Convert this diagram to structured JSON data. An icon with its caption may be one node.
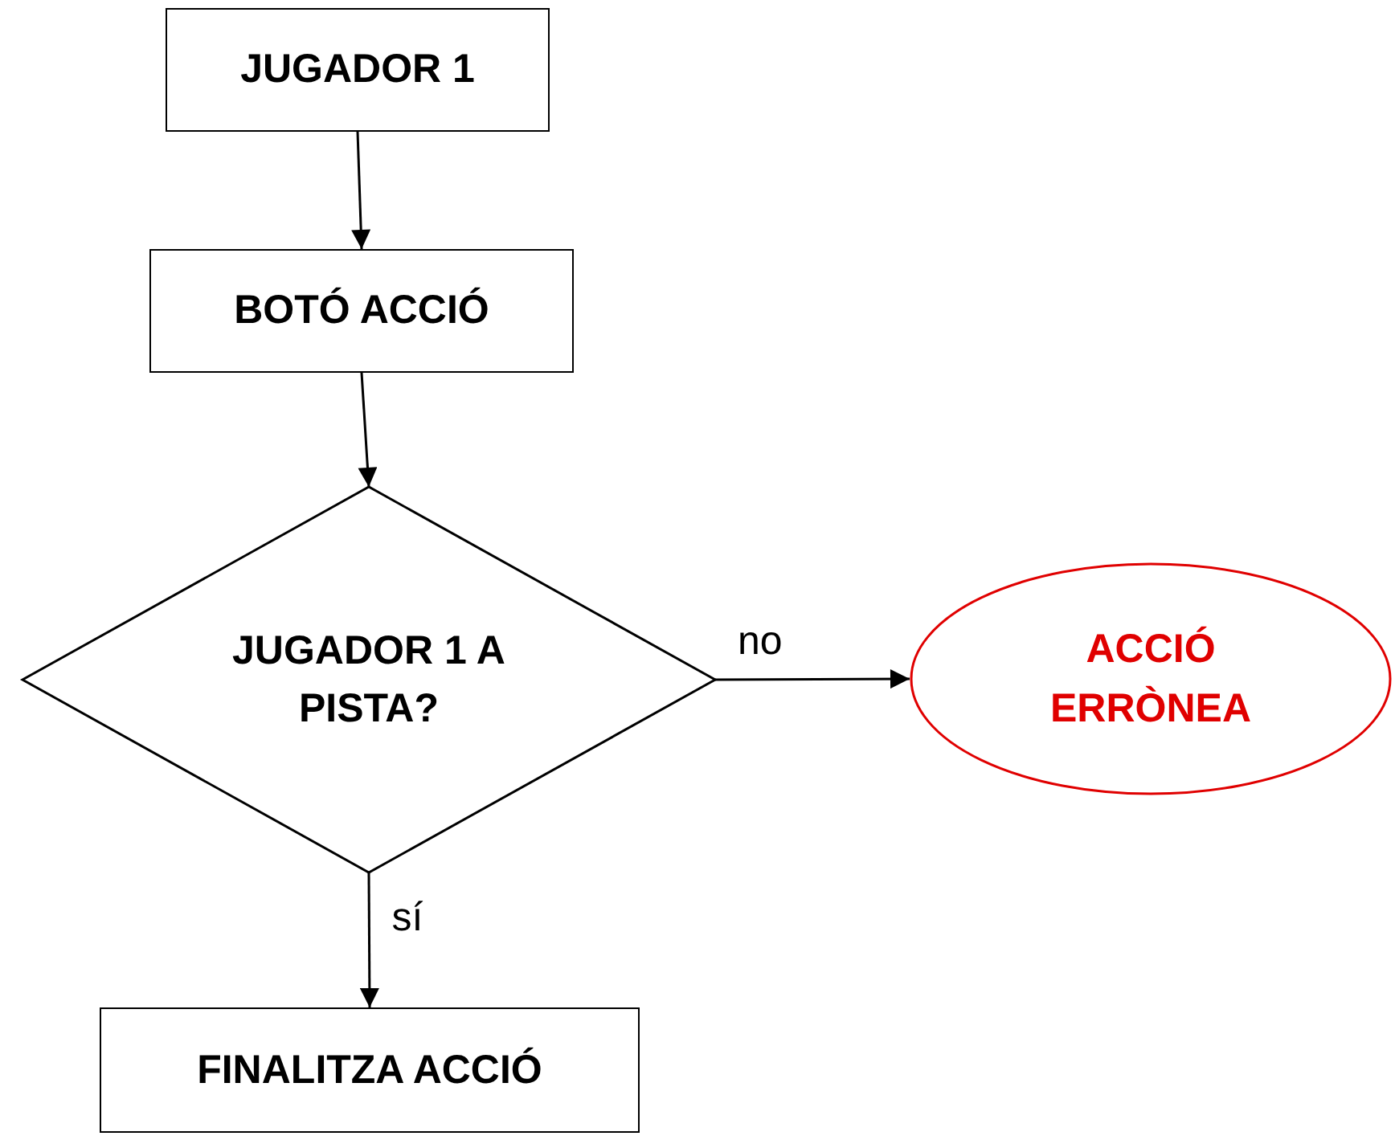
{
  "diagram": {
    "nodes": [
      {
        "text": [
          "JUGADOR 1"
        ]
      },
      {
        "text": [
          "BOTÓ ACCIÓ"
        ]
      },
      {
        "text": [
          "JUGADOR 1 A PISTA?"
        ]
      },
      {
        "text": [
          "ACCIÓ ERRÒNEA"
        ]
      },
      {
        "text": [
          "FINALITZA ACCIÓ"
        ]
      }
    ],
    "edges": [
      {
        "from": 0,
        "to": 1,
        "arrow": "to"
      },
      {
        "from": 1,
        "to": 2,
        "arrow": "to"
      },
      {
        "from": 2,
        "to": 3,
        "arrow": "to",
        "label": "no"
      },
      {
        "from": 2,
        "to": 4,
        "arrow": "to",
        "label": "sí"
      }
    ]
  }
}
